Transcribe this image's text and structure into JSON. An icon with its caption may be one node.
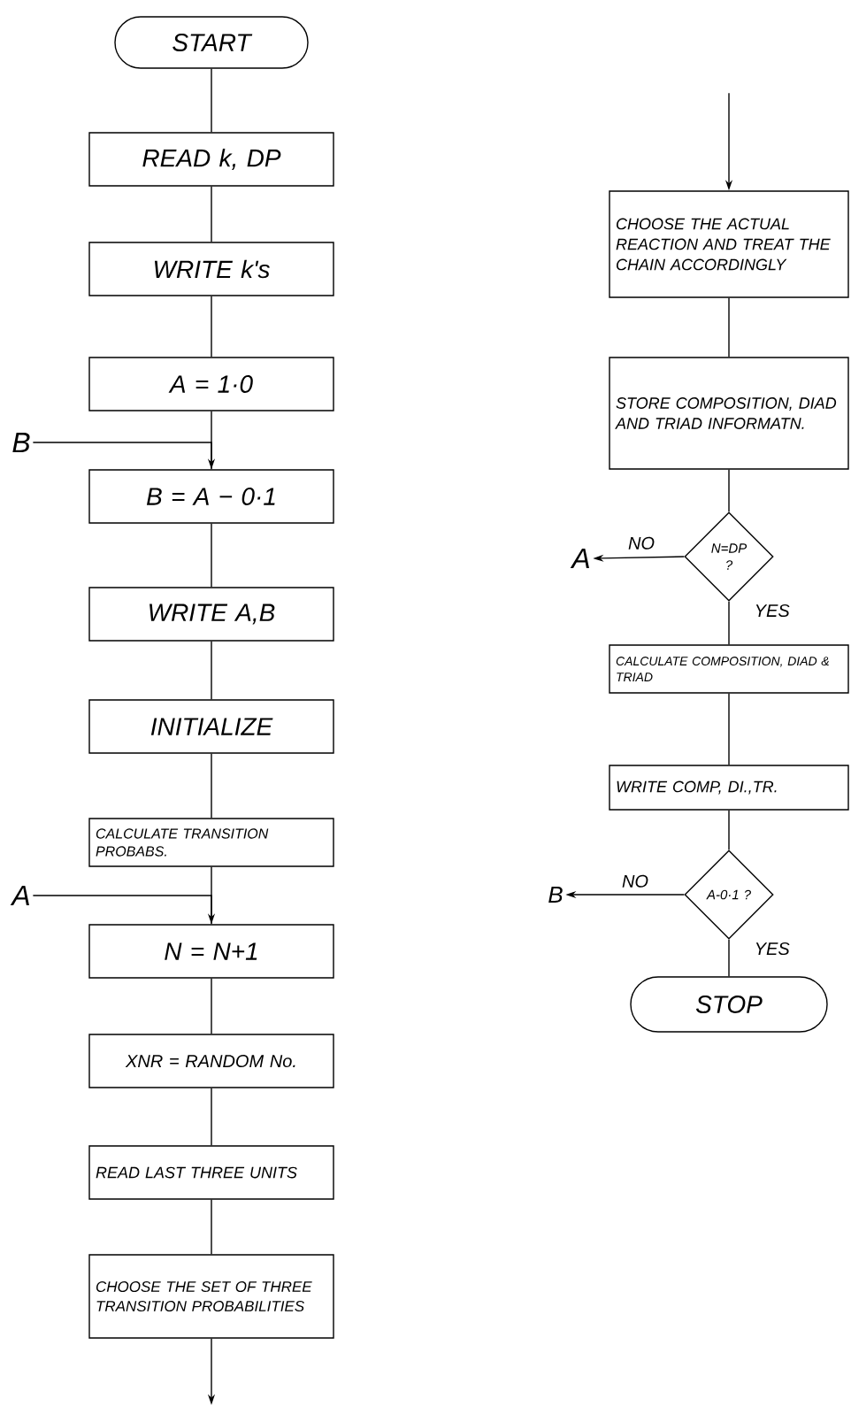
{
  "diagram": {
    "nodes": [
      {
        "text": [
          "START"
        ]
      },
      {
        "text": [
          "READ k, DP"
        ]
      },
      {
        "text": [
          "WRITE k's"
        ]
      },
      {
        "text": [
          "A = 1·0"
        ]
      },
      {
        "text": [
          "B = A − 0·1"
        ]
      },
      {
        "text": [
          "WRITE A,B"
        ]
      },
      {
        "text": [
          "INITIALIZE"
        ]
      },
      {
        "text": [
          "CALCULATE TRANSITION PROBABS."
        ]
      },
      {
        "text": [
          "N = N+1"
        ]
      },
      {
        "text": [
          "XNR = RANDOM No."
        ]
      },
      {
        "text": [
          "READ LAST THREE UNITS"
        ]
      },
      {
        "text": [
          "CHOOSE THE SET OF THREE TRANSITION PROBABILITIES"
        ]
      },
      {
        "text": [
          "B"
        ]
      },
      {
        "text": [
          "A"
        ]
      },
      {
        "text": [
          "CHOOSE THE ACTUAL REACTION AND TREAT THE CHAIN ACCORDINGLY"
        ]
      },
      {
        "text": [
          "STORE COMPOSITION, DIAD AND TRIAD INFORMATN."
        ]
      },
      {
        "text": [
          "N=DP ?"
        ]
      },
      {
        "text": [
          "A"
        ]
      },
      {
        "text": [
          "CALCULATE COMPOSITION, DIAD & TRIAD"
        ]
      },
      {
        "text": [
          "WRITE COMP, DI.,TR."
        ]
      },
      {
        "text": [
          "A-0·1 ?"
        ]
      },
      {
        "text": [
          "B"
        ]
      },
      {
        "text": [
          "STOP"
        ]
      }
    ],
    "edges": [
      {
        "from": 0,
        "to": 1,
        "arrow": "none"
      },
      {
        "from": 1,
        "to": 2,
        "arrow": "none"
      },
      {
        "from": 2,
        "to": 3,
        "arrow": "none"
      },
      {
        "from": 3,
        "to": 4,
        "arrow": "none"
      },
      {
        "from": 4,
        "to": 5,
        "arrow": "none"
      },
      {
        "from": 5,
        "to": 6,
        "arrow": "none"
      },
      {
        "from": 6,
        "to": 7,
        "arrow": "none"
      },
      {
        "from": 7,
        "to": 8,
        "arrow": "none"
      },
      {
        "from": 8,
        "to": 9,
        "arrow": "none"
      },
      {
        "from": 9,
        "to": 10,
        "arrow": "none"
      },
      {
        "from": 10,
        "to": 11,
        "arrow": "none"
      },
      {
        "from": 11,
        "to": null,
        "arrow": "to"
      },
      {
        "from": null,
        "to": 14,
        "arrow": "to"
      },
      {
        "from": 14,
        "to": 15,
        "arrow": "none"
      },
      {
        "from": 15,
        "to": 16,
        "arrow": "none"
      },
      {
        "from": 16,
        "to": 17,
        "arrow": "to",
        "label": "NO"
      },
      {
        "from": 16,
        "to": 18,
        "arrow": "none",
        "label": "YES"
      },
      {
        "from": 18,
        "to": 19,
        "arrow": "none"
      },
      {
        "from": 19,
        "to": 20,
        "arrow": "none"
      },
      {
        "from": 20,
        "to": 21,
        "arrow": "to",
        "label": "NO"
      },
      {
        "from": 20,
        "to": 22,
        "arrow": "none",
        "label": "YES"
      },
      {
        "from": 12,
        "to": 4,
        "arrow": "to"
      },
      {
        "from": 13,
        "to": 8,
        "arrow": "to"
      }
    ]
  }
}
